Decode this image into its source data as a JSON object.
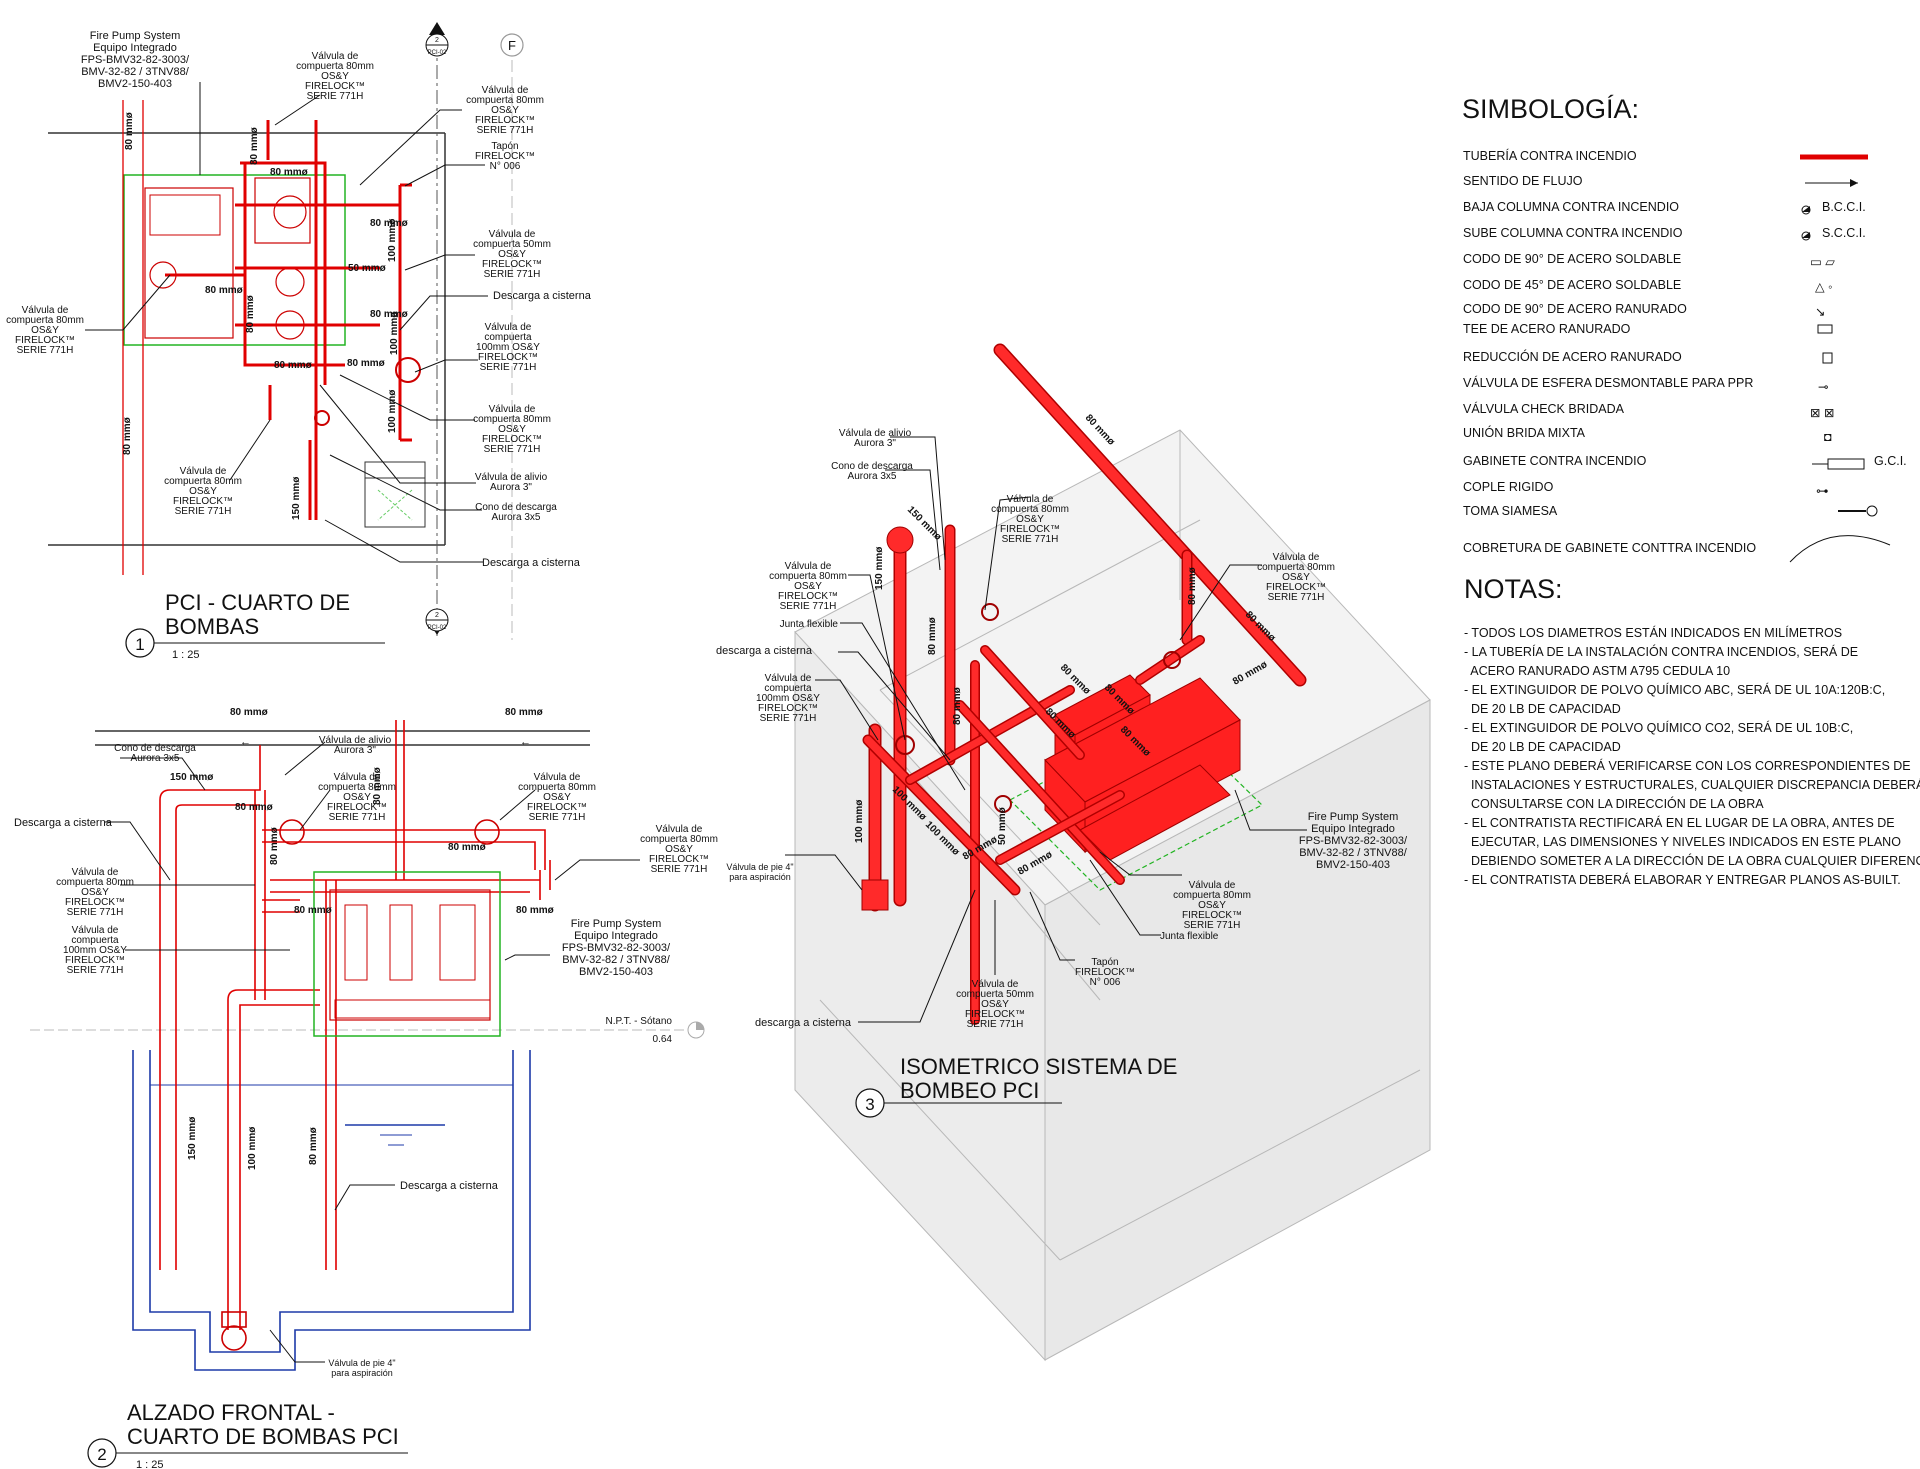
{
  "views": {
    "plan": {
      "title_line1": "PCI - CUARTO DE",
      "title_line2": "BOMBAS",
      "number": "1",
      "scale": "1 : 25",
      "grid_bubble": "F",
      "section_mark_top": "2",
      "section_mark_top_ref": "PCI-02",
      "section_mark_bottom": "2",
      "section_mark_bottom_ref": "PCI-02",
      "labels": {
        "fire_pump": [
          "Fire Pump System",
          "Equipo Integrado",
          "FPS-BMV32-82-3003/",
          "BMV-32-82 / 3TNV88/",
          "BMV2-150-403"
        ],
        "valve_top": [
          "Válvula de",
          "compuerta 80mm",
          "OS&Y",
          "FIRELOCK™",
          "SERIE 771H"
        ],
        "valve_right1": [
          "Válvula de",
          "compuerta 80mm",
          "OS&Y",
          "FIRELOCK™",
          "SERIE 771H"
        ],
        "tapon": [
          "Tapón",
          "FIRELOCK™",
          "N° 006"
        ],
        "valve_right2": [
          "Válvula de",
          "compuerta 50mm",
          "OS&Y",
          "FIRELOCK™",
          "SERIE 771H"
        ],
        "descarga1": "Descarga a cisterna",
        "valve_right3": [
          "Válvula de",
          "compuerta",
          "100mm OS&Y",
          "FIRELOCK™",
          "SERIE 771H"
        ],
        "valve_right4": [
          "Válvula de",
          "compuerta 80mm",
          "OS&Y",
          "FIRELOCK™",
          "SERIE 771H"
        ],
        "alivio": [
          "Válvula de alivio",
          "Aurora 3\""
        ],
        "cono": [
          "Cono de descarga",
          "Aurora 3x5"
        ],
        "descarga2": "Descarga a cisterna",
        "valve_left": [
          "Válvula de",
          "compuerta 80mm",
          "OS&Y",
          "FIRELOCK™",
          "SERIE 771H"
        ],
        "valve_bottom": [
          "Válvula de",
          "compuerta 80mm",
          "OS&Y",
          "FIRELOCK™",
          "SERIE 771H"
        ]
      },
      "dims": [
        "80 mmø",
        "80 mmø",
        "80 mmø",
        "80 mmø",
        "80 mmø",
        "50 mmø",
        "100 mmø",
        "80 mmø",
        "100 mmø",
        "100 mmø",
        "80 mmø",
        "80 mmø",
        "80 mmø",
        "150 mmø",
        "80 mmø"
      ]
    },
    "elevation": {
      "title_line1": "ALZADO FRONTAL -",
      "title_line2": "CUARTO DE BOMBAS PCI",
      "number": "2",
      "scale": "1 : 25",
      "level_name": "N.P.T. - Sótano",
      "level_value": "0.64",
      "labels": {
        "cono": [
          "Cono de descarga",
          "Aurora 3x5"
        ],
        "alivio": [
          "Válvula de alivio",
          "Aurora 3\""
        ],
        "valve_a": [
          "Válvula de",
          "compuerta 80mm",
          "OS&Y",
          "FIRELOCK™",
          "SERIE 771H"
        ],
        "valve_b": [
          "Válvula de",
          "compuerta 80mm",
          "OS&Y",
          "FIRELOCK™",
          "SERIE 771H"
        ],
        "valve_c": [
          "Válvula de",
          "compuerta 80mm",
          "OS&Y",
          "FIRELOCK™",
          "SERIE 771H"
        ],
        "descarga1": "Descarga a cisterna",
        "valve_left": [
          "Válvula de",
          "compuerta 80mm",
          "OS&Y",
          "FIRELOCK™",
          "SERIE 771H"
        ],
        "valve_left2": [
          "Válvula de",
          "compuerta",
          "100mm OS&Y",
          "FIRELOCK™",
          "SERIE 771H"
        ],
        "fire_pump": [
          "Fire Pump System",
          "Equipo Integrado",
          "FPS-BMV32-82-3003/",
          "BMV-32-82 / 3TNV88/",
          "BMV2-150-403"
        ],
        "descarga2": "Descarga a cisterna",
        "pie": [
          "Válvula de pie 4\"",
          "para aspiración"
        ]
      },
      "dims": [
        "80 mmø",
        "80 mmø",
        "150 mmø",
        "80 mmø",
        "80 mmø",
        "80 mmø",
        "80 mmø",
        "80 mmø",
        "80 mmø",
        "150 mmø",
        "100 mmø",
        "80 mmø"
      ]
    },
    "isometric": {
      "title_line1": "ISOMETRICO SISTEMA DE",
      "title_line2": "BOMBEO PCI",
      "number": "3",
      "labels": {
        "alivio": [
          "Válvula de alivio",
          "Aurora 3\""
        ],
        "cono": [
          "Cono de descarga",
          "Aurora 3x5"
        ],
        "valve_top": [
          "Válvula de",
          "compuerta 80mm",
          "OS&Y",
          "FIRELOCK™",
          "SERIE 771H"
        ],
        "valve_left1": [
          "Válvula de",
          "compuerta 80mm",
          "OS&Y",
          "FIRELOCK™",
          "SERIE 771H"
        ],
        "junta1": "Junta flexible",
        "descarga1": "descarga a cisterna",
        "valve_left2": [
          "Válvula de",
          "compuerta",
          "100mm OS&Y",
          "FIRELOCK™",
          "SERIE 771H"
        ],
        "pie": [
          "Válvula de pie 4\"",
          "para aspiración"
        ],
        "valve_right": [
          "Válvula de",
          "compuerta 80mm",
          "OS&Y",
          "FIRELOCK™",
          "SERIE 771H"
        ],
        "fire_pump": [
          "Fire Pump System",
          "Equipo Integrado",
          "FPS-BMV32-82-3003/",
          "BMV-32-82 / 3TNV88/",
          "BMV2-150-403"
        ],
        "valve_bottom": [
          "Válvula de",
          "compuerta 80mm",
          "OS&Y",
          "FIRELOCK™",
          "SERIE 771H"
        ],
        "junta2": "Junta flexible",
        "tapon": [
          "Tapón",
          "FIRELOCK™",
          "N° 006"
        ],
        "valve_50": [
          "Válvula de",
          "compuerta 50mm",
          "OS&Y",
          "FIRELOCK™",
          "SERIE 771H"
        ],
        "descarga2": "descarga a cisterna"
      },
      "dims": [
        "80 mmø",
        "150 mmø",
        "150 mmø",
        "80 mmø",
        "80 mmø",
        "80 mmø",
        "80 mmø",
        "80 mmø",
        "80 mmø",
        "100 mmø",
        "100 mmø",
        "80 mmø",
        "100 mmø",
        "80 mmø",
        "50 mmø",
        "80 mmø",
        "80 mmø",
        "80 mmø"
      ]
    }
  },
  "legend": {
    "title": "SIMBOLOGÍA:",
    "items": [
      {
        "label": "TUBERÍA CONTRA INCENDIO",
        "code": ""
      },
      {
        "label": "SENTIDO DE FLUJO",
        "code": ""
      },
      {
        "label": "BAJA COLUMNA CONTRA INCENDIO",
        "code": "B.C.C.I."
      },
      {
        "label": "SUBE COLUMNA CONTRA INCENDIO",
        "code": "S.C.C.I."
      },
      {
        "label": "CODO DE 90° DE ACERO SOLDABLE",
        "code": ""
      },
      {
        "label": "CODO DE 45° DE ACERO SOLDABLE",
        "code": ""
      },
      {
        "label": "CODO DE 90° DE ACERO RANURADO",
        "code": ""
      },
      {
        "label": "TEE DE ACERO RANURADO",
        "code": ""
      },
      {
        "label": "REDUCCIÓN DE ACERO RANURADO",
        "code": ""
      },
      {
        "label": "VÁLVULA DE ESFERA DESMONTABLE PARA PPR",
        "code": ""
      },
      {
        "label": "VÁLVULA CHECK BRIDADA",
        "code": ""
      },
      {
        "label": "UNIÓN BRIDA MIXTA",
        "code": ""
      },
      {
        "label": "GABINETE CONTRA INCENDIO",
        "code": "G.C.I."
      },
      {
        "label": "COPLE RIGIDO",
        "code": ""
      },
      {
        "label": "TOMA SIAMESA",
        "code": ""
      },
      {
        "label": "COBRETURA DE GABINETE CONTTRA INCENDIO",
        "code": ""
      }
    ],
    "colors": {
      "pipe": "#e00000",
      "equipment_box": "#22b422",
      "cistern": "#1d3aa8"
    }
  },
  "notes": {
    "title": "NOTAS:",
    "lines": [
      "- TODOS LOS DIAMETROS ESTÁN INDICADOS EN MILÍMETROS",
      "- LA TUBERÍA DE LA INSTALACIÓN CONTRA INCENDIOS, SERÁ DE",
      "  ACERO RANURADO ASTM A795 CEDULA 10",
      "- EL EXTINGUIDOR DE POLVO QUÍMICO ABC, SERÁ DE UL 10A:120B:C,",
      "  DE 20 LB DE CAPACIDAD",
      "- EL EXTINGUIDOR DE POLVO QUÍMICO CO2, SERÁ DE UL 10B:C,",
      "  DE 20 LB DE CAPACIDAD",
      "- ESTE PLANO DEBERÁ VERIFICARSE CON LOS CORRESPONDIENTES DE",
      "  INSTALACIONES Y ESTRUCTURALES, CUALQUIER DISCREPANCIA DEBERÁ",
      "  CONSULTARSE CON LA DIRECCIÓN DE LA OBRA",
      "- EL CONTRATISTA RECTIFICARÁ EN EL LUGAR DE LA OBRA, ANTES DE",
      "  EJECUTAR, LAS DIMENSIONES Y NIVELES INDICADOS EN ESTE PLANO",
      "  DEBIENDO SOMETER A LA DIRECCIÓN DE LA OBRA CUALQUIER DIFERENCIA",
      "- EL CONTRATISTA DEBERÁ ELABORAR Y ENTREGAR PLANOS AS-BUILT."
    ]
  }
}
